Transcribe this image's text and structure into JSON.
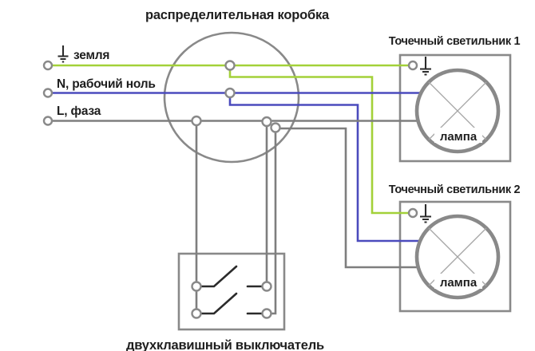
{
  "diagram": {
    "title": "распределительная коробка",
    "switch_label": "двухклавишный выключатель",
    "wires": {
      "ground_label": "земля",
      "neutral_label": "N, рабочий ноль",
      "phase_label": "L, фаза"
    },
    "spotlight1": {
      "title": "Точечный светильник 1",
      "lamp_label": "лампа"
    },
    "spotlight2": {
      "title": "Точечный светильник 2",
      "lamp_label": "лампа"
    },
    "colors": {
      "ground_wire": "#a3d139",
      "neutral_wire": "#4b4bbd",
      "phase_wire": "#7e7e7e",
      "outline": "#898989",
      "switch_blade": "#2b2b2b",
      "text": "#1e1e1e",
      "background": "#ffffff"
    }
  }
}
